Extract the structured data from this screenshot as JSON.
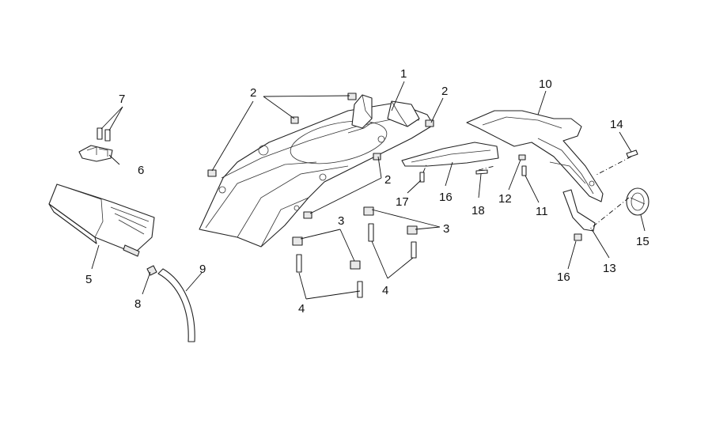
{
  "callouts": {
    "c1": "1",
    "c2a": "2",
    "c2b": "2",
    "c2c": "2",
    "c3a": "3",
    "c3b": "3",
    "c4a": "4",
    "c4b": "4",
    "c5": "5",
    "c6": "6",
    "c7": "7",
    "c8": "8",
    "c9": "9",
    "c10": "10",
    "c11": "11",
    "c12": "12",
    "c13": "13",
    "c14": "14",
    "c15": "15",
    "c16a": "16",
    "c16b": "16",
    "c17": "17",
    "c18": "18"
  },
  "colors": {
    "line": "#222222",
    "background": "#ffffff"
  }
}
